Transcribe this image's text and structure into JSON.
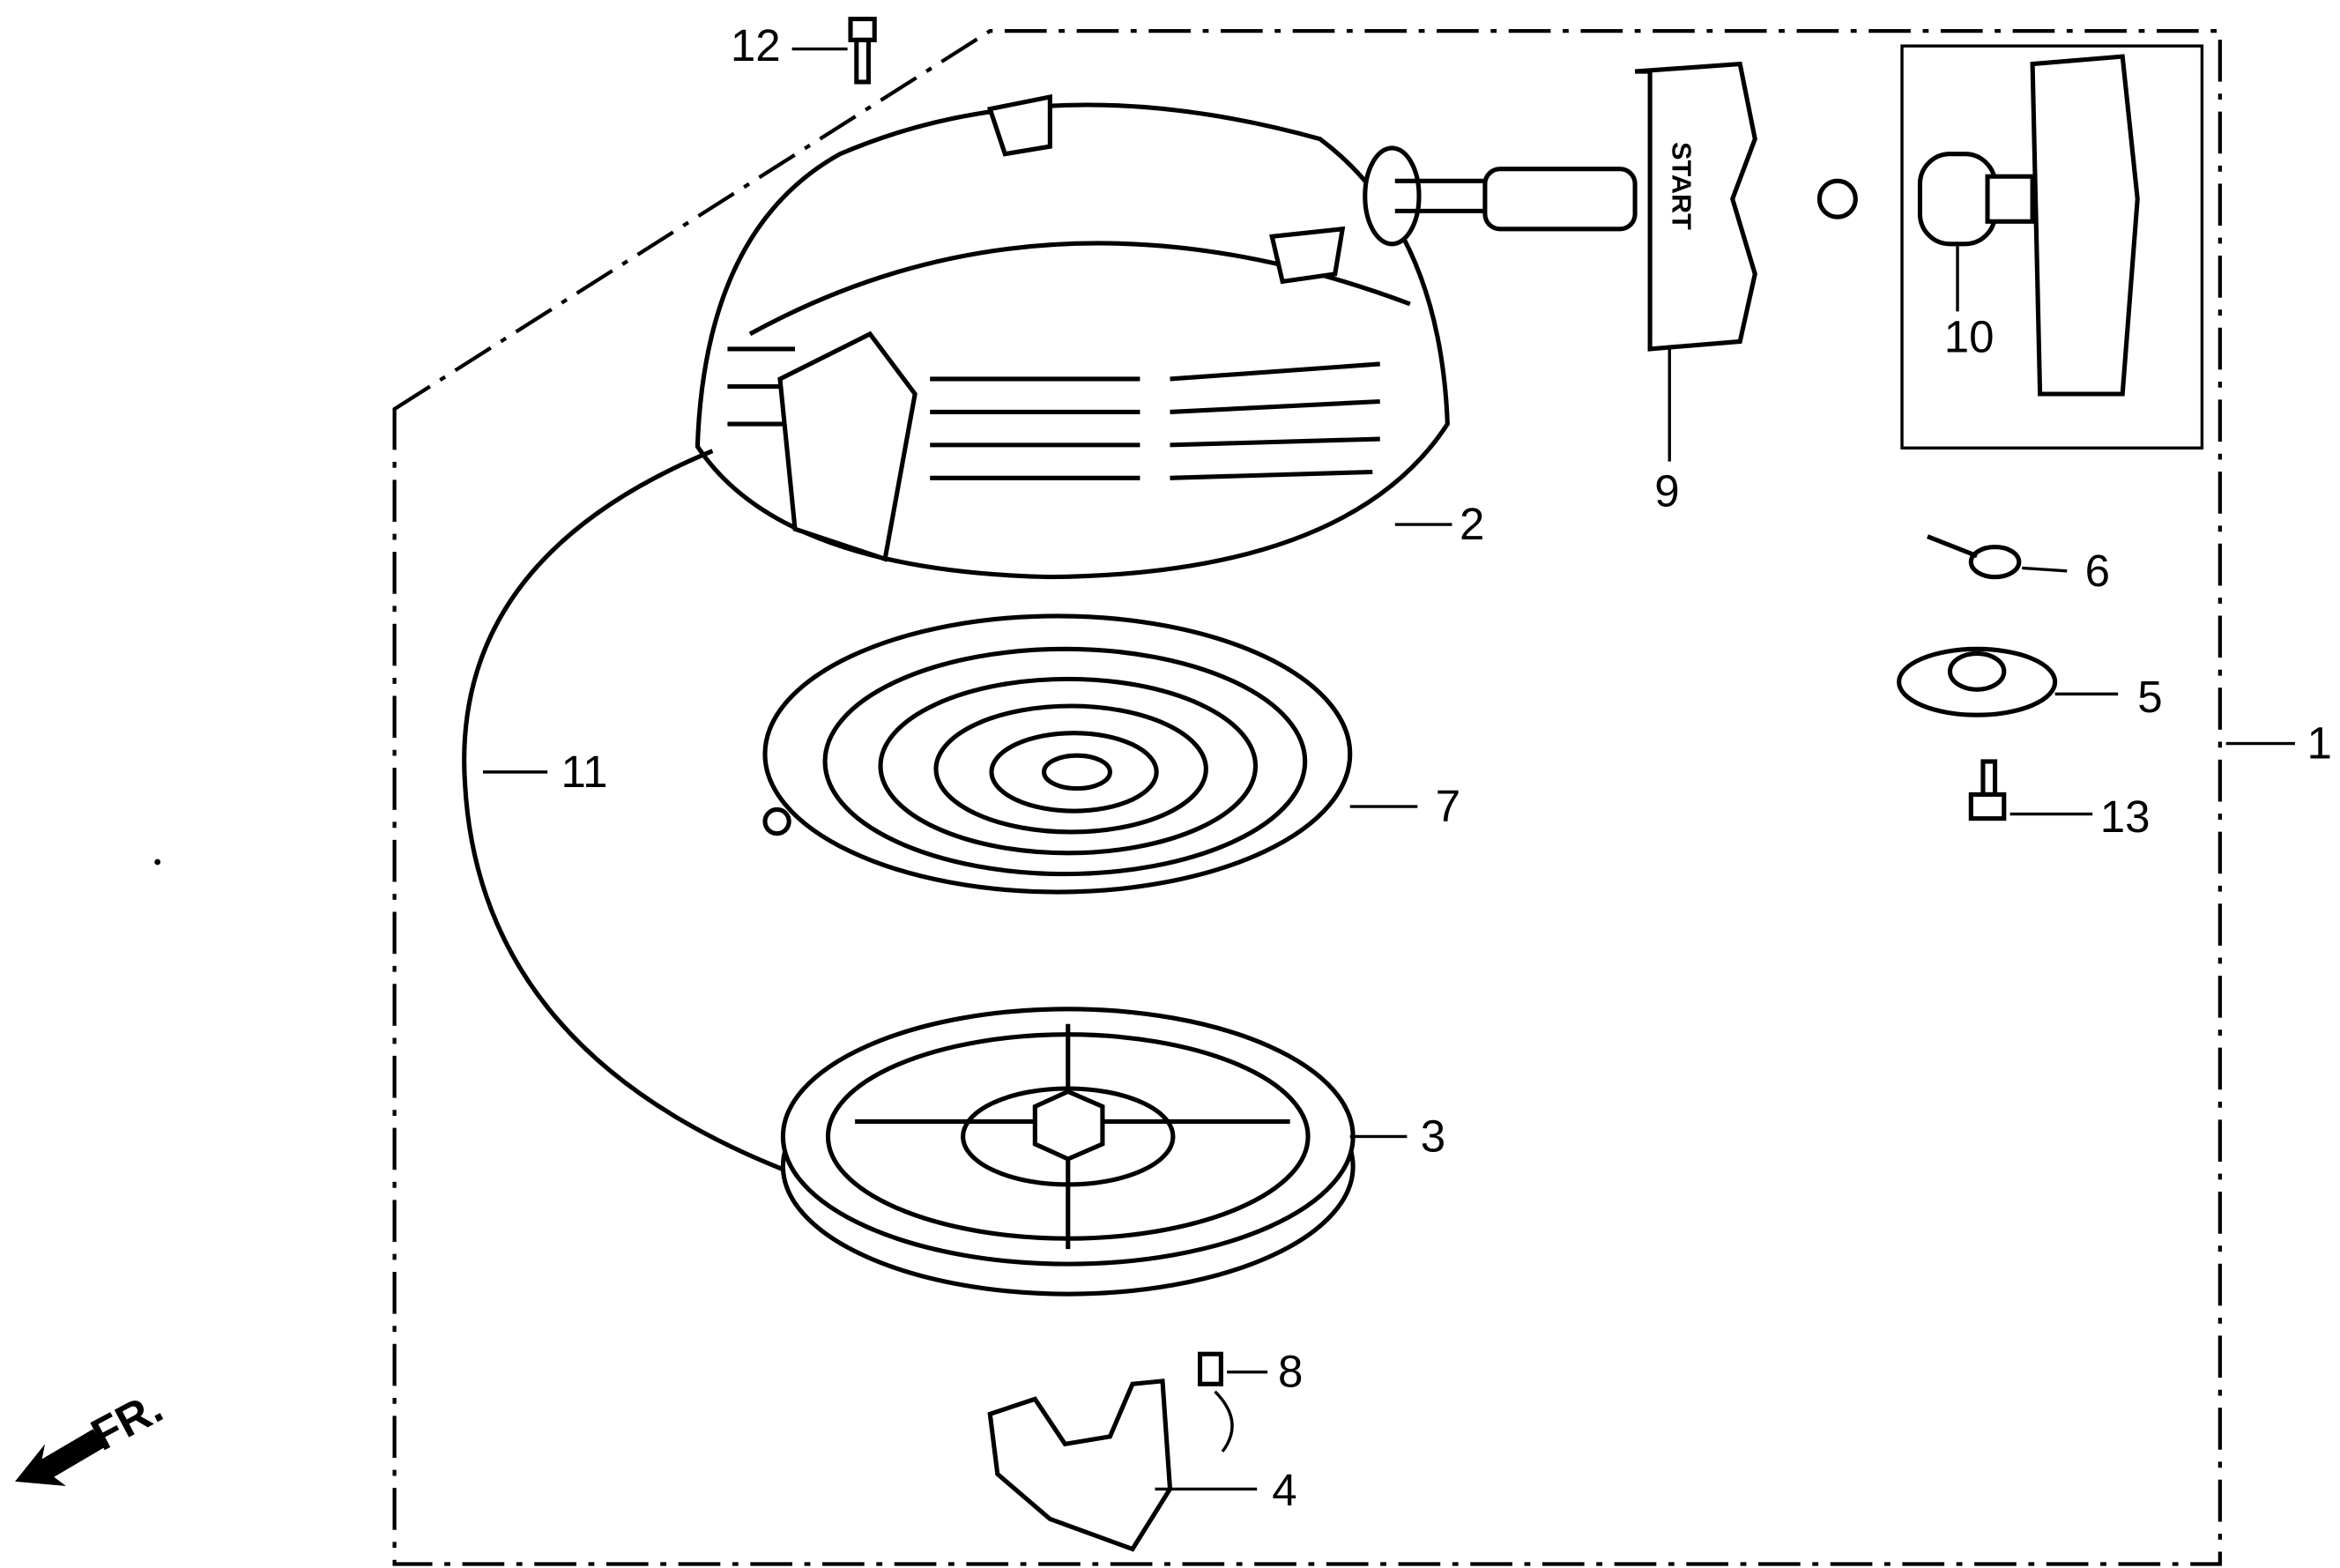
{
  "diagram": {
    "callouts": {
      "c1": "1",
      "c2": "2",
      "c3": "3",
      "c4": "4",
      "c5": "5",
      "c6": "6",
      "c7": "7",
      "c8": "8",
      "c9": "9",
      "c10": "10",
      "c11": "11",
      "c12": "12",
      "c13": "13"
    },
    "handle_text": "START",
    "front_marker": "FR."
  }
}
